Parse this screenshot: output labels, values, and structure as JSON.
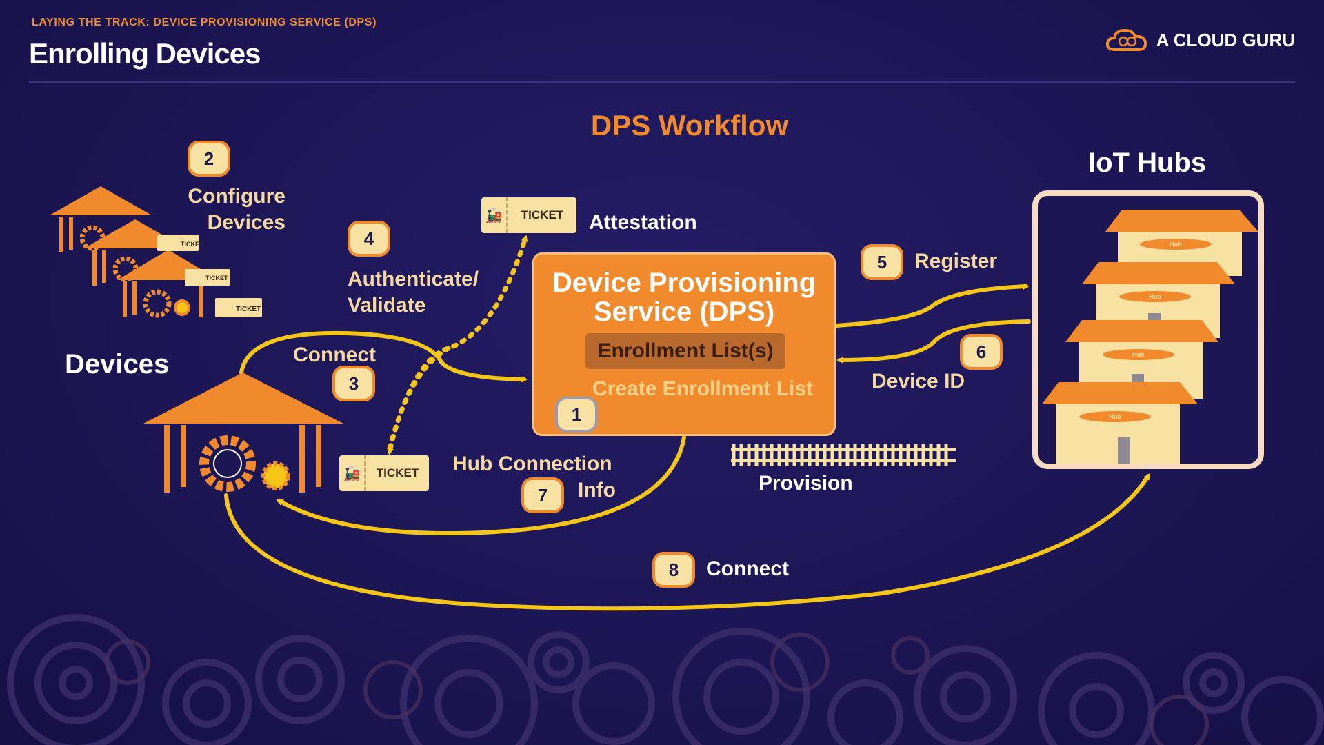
{
  "header": {
    "kicker": "LAYING THE TRACK: DEVICE PROVISIONING SERVICE (DPS)",
    "title": "Enrolling Devices",
    "brand": "A CLOUD GURU",
    "brand_icon": "cloud-icon"
  },
  "diagram": {
    "heading": "DPS Workflow",
    "dps": {
      "title_line1": "Device Provisioning",
      "title_line2": "Service (DPS)",
      "enrollment_list": "Enrollment List(s)",
      "create_label": "Create Enrollment List"
    },
    "devices_label": "Devices",
    "iot_hubs_label": "IoT Hubs",
    "provision_label": "Provision",
    "ticket_text": "TICKET",
    "hub_sign": "Hub",
    "steps": [
      {
        "num": "1",
        "label": "Create Enrollment List"
      },
      {
        "num": "2",
        "label_line1": "Configure",
        "label_line2": "Devices"
      },
      {
        "num": "3",
        "label": "Connect"
      },
      {
        "num": "4",
        "label_line1": "Authenticate/",
        "label_line2": "Validate"
      },
      {
        "num": "5",
        "label": "Register"
      },
      {
        "num": "6",
        "label": "Device ID"
      },
      {
        "num": "7",
        "label_line1": "Hub Connection",
        "label_line2": "Info"
      },
      {
        "num": "8",
        "label": "Connect"
      }
    ],
    "attestation_label": "Attestation"
  },
  "colors": {
    "background": "#1c1655",
    "accent_orange": "#f08a2c",
    "arrow_yellow": "#f5c518",
    "label_cream": "#f5d9a0"
  }
}
